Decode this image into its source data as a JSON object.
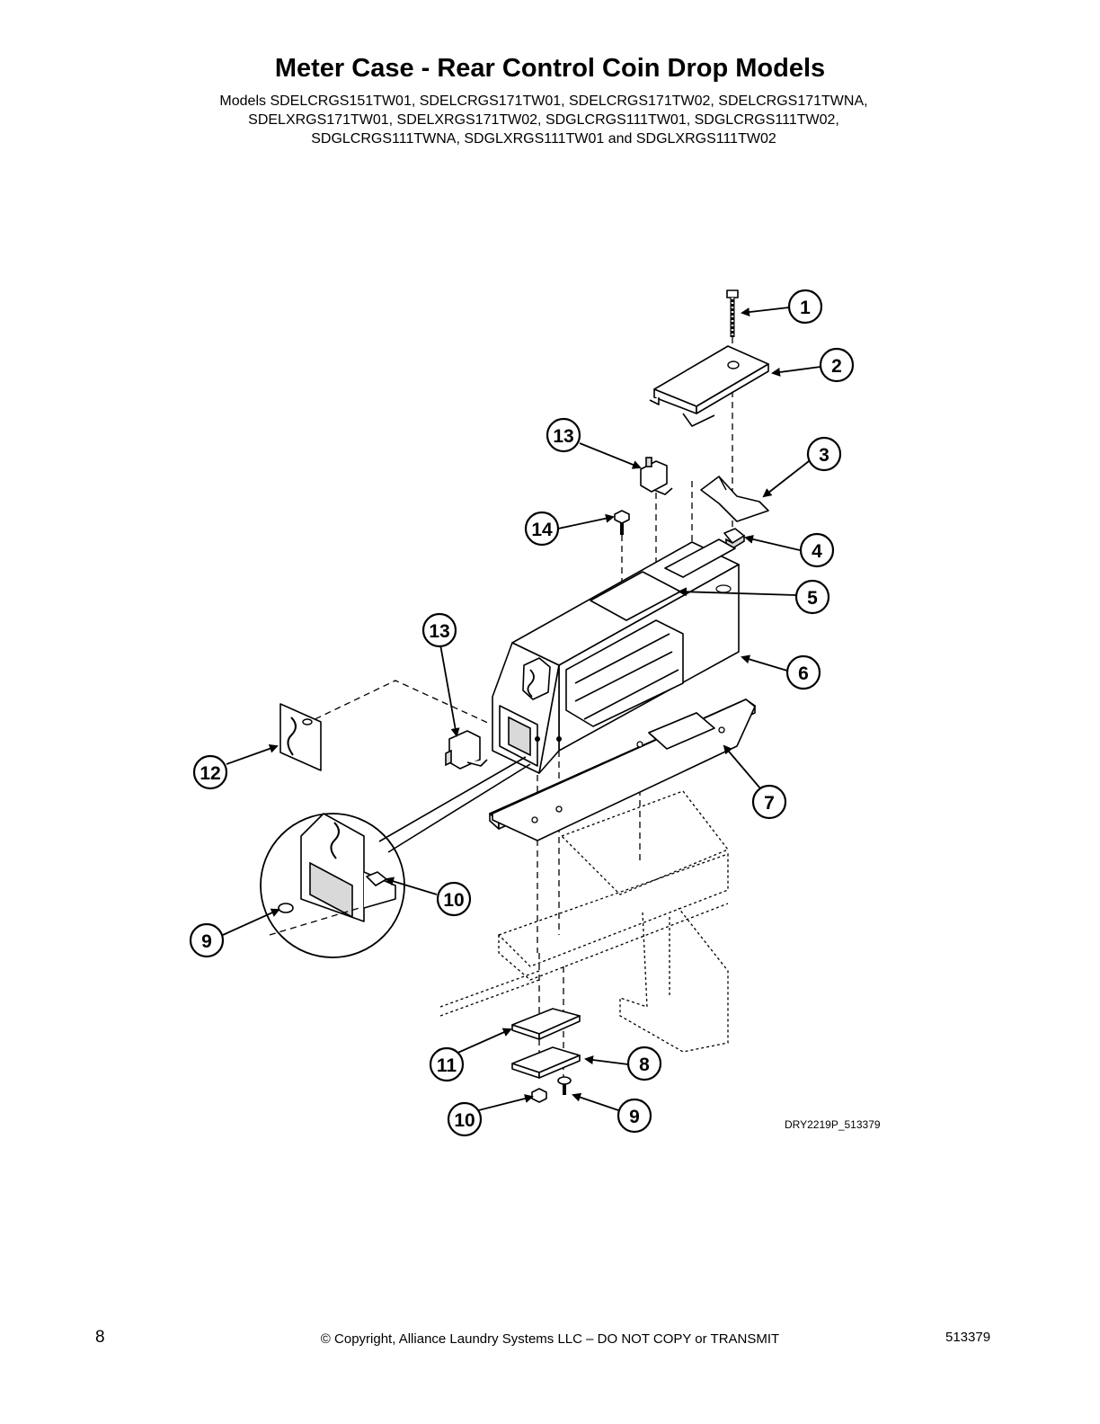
{
  "title": "Meter Case - Rear Control Coin Drop Models",
  "models": [
    "Models SDELCRGS151TW01, SDELCRGS171TW01, SDELCRGS171TW02, SDELCRGS171TWNA,",
    "SDELXRGS171TW01, SDELXRGS171TW02, SDGLCRGS111TW01, SDGLCRGS111TW02,",
    "SDGLCRGS111TWNA, SDGLXRGS111TW01 and SDGLXRGS111TW02"
  ],
  "callouts": [
    "1",
    "2",
    "3",
    "4",
    "5",
    "6",
    "7",
    "8",
    "9",
    "10",
    "11",
    "12",
    "13",
    "14"
  ],
  "drawing_id": "DRY2219P_513379",
  "footer": {
    "page_number": "8",
    "copyright": "© Copyright, Alliance Laundry Systems LLC – DO NOT COPY or TRANSMIT",
    "doc_number": "513379"
  }
}
